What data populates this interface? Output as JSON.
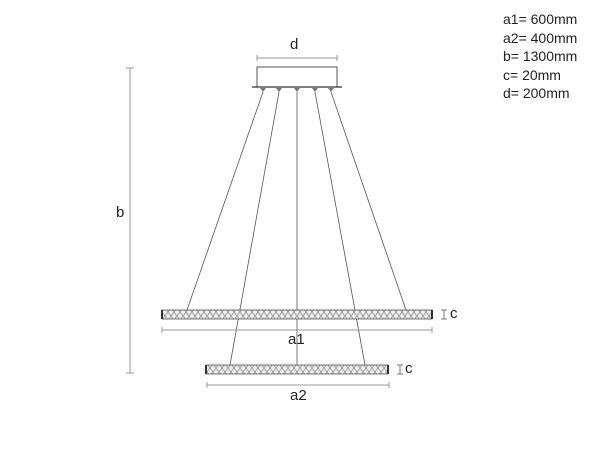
{
  "legend": {
    "items": [
      {
        "key": "a1",
        "value": "600mm",
        "text": "a1= 600mm"
      },
      {
        "key": "a2",
        "value": "400mm",
        "text": "a2= 400mm"
      },
      {
        "key": "b",
        "value": "1300mm",
        "text": "b= 1300mm"
      },
      {
        "key": "c",
        "value": "20mm",
        "text": "c= 20mm"
      },
      {
        "key": "d",
        "value": "200mm",
        "text": "d= 200mm"
      }
    ]
  },
  "labels": {
    "d": "d",
    "b": "b",
    "a1": "a1",
    "a2": "a2",
    "c_upper": "c",
    "c_lower": "c"
  },
  "colors": {
    "line": "#555555",
    "dimension": "#888888",
    "ring_fill": "#e6e6e6",
    "ring_pattern": "#777777",
    "text": "#222222"
  }
}
